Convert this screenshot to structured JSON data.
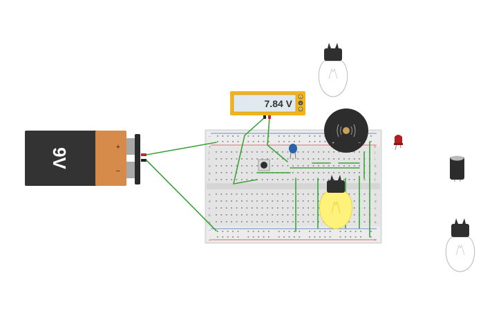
{
  "battery": {
    "label": "9V",
    "plus": "+",
    "minus": "−"
  },
  "multimeter": {
    "reading": "7.84 V",
    "mode_labels": [
      "A",
      "V",
      "Ω"
    ]
  },
  "buzzer": {
    "plus": "+",
    "minus": "−"
  },
  "breadboard": {
    "rail_plus": "+",
    "rail_minus": "−",
    "row_letters_top": [
      "j",
      "i",
      "h",
      "g",
      "f"
    ],
    "row_letters_bottom": [
      "e",
      "d",
      "c",
      "b",
      "a"
    ]
  },
  "colors": {
    "battery_body": "#333333",
    "battery_cap": "#d68b4a",
    "wire": "#3aa23a",
    "multimeter_frame": "#f2b31b",
    "multimeter_screen": "#dfe9ee",
    "lit_bulb": "#fff27a",
    "led": "#b31e1e",
    "capacitor": "#2a62a8"
  }
}
